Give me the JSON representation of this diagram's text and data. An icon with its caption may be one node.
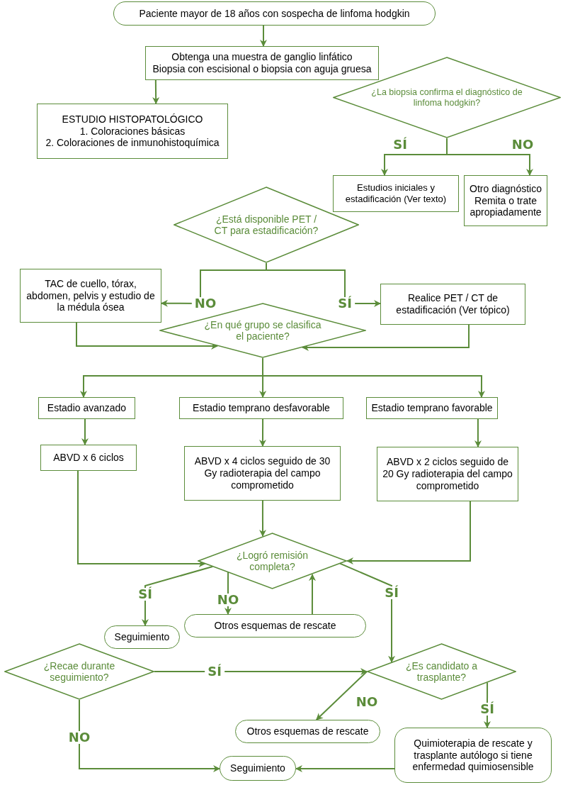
{
  "diagram": {
    "nodes": [
      {
        "text": [
          "Paciente mayor de 18 años con sospecha de linfoma hodgkin"
        ]
      },
      {
        "text": [
          "Obtenga una muestra de ganglio linfático",
          "Biopsia con escisional o biopsia con aguja gruesa"
        ]
      },
      {
        "text": [
          "ESTUDIO HISTOPATOLÓGICO",
          "1. Coloraciones básicas",
          "2. Coloraciones de inmunohistoquímica"
        ]
      },
      {
        "text": [
          "¿La biopsia confirma el diagnóstico de linfoma hodgkin?"
        ]
      },
      {
        "text": [
          "Estudios iniciales y estadificación (Ver texto)"
        ]
      },
      {
        "text": [
          "Otro diagnóstico",
          "Remita o trate apropiadamente"
        ]
      },
      {
        "text": [
          "¿Está disponible PET / CT para estadificación?"
        ]
      },
      {
        "text": [
          "TAC de cuello, tórax, abdomen, pelvis y estudio de la médula ósea"
        ]
      },
      {
        "text": [
          "Realice PET / CT de estadificación (Ver tópico)"
        ]
      },
      {
        "text": [
          "¿En qué grupo se clasifica el paciente?"
        ]
      },
      {
        "text": [
          "Estadio avanzado"
        ]
      },
      {
        "text": [
          "Estadio temprano desfavorable"
        ]
      },
      {
        "text": [
          "Estadio temprano favorable"
        ]
      },
      {
        "text": [
          "ABVD x 6 ciclos"
        ]
      },
      {
        "text": [
          "ABVD x 4 ciclos seguido de 30 Gy radioterapia del campo comprometido"
        ]
      },
      {
        "text": [
          "ABVD x 2 ciclos seguido de 20 Gy radioterapia del campo comprometido"
        ]
      },
      {
        "text": [
          "¿Logró remisión completa?"
        ]
      },
      {
        "text": [
          "Seguimiento"
        ]
      },
      {
        "text": [
          "Otros esquemas de rescate"
        ]
      },
      {
        "text": [
          "¿Recae durante seguimiento?"
        ]
      },
      {
        "text": [
          "¿Es candidato a trasplante?"
        ]
      },
      {
        "text": [
          "Otros esquemas de rescate"
        ]
      },
      {
        "text": [
          "Seguimiento"
        ]
      },
      {
        "text": [
          "Quimioterapia de rescate y trasplante autólogo si tiene enfermedad quimiosensible"
        ]
      }
    ],
    "edges": [
      {
        "from": 0,
        "to": 1,
        "arrow": "to"
      },
      {
        "from": 1,
        "to": 2,
        "arrow": "to"
      },
      {
        "from": 3,
        "to": 4,
        "arrow": "to",
        "label": "SÍ"
      },
      {
        "from": 3,
        "to": 5,
        "arrow": "to",
        "label": "NO"
      },
      {
        "from": 6,
        "to": 7,
        "arrow": "to",
        "label": "NO"
      },
      {
        "from": 6,
        "to": 8,
        "arrow": "to",
        "label": "SÍ"
      },
      {
        "from": 7,
        "to": 9,
        "arrow": "to"
      },
      {
        "from": 8,
        "to": 9,
        "arrow": "to"
      },
      {
        "from": 9,
        "to": 10,
        "arrow": "to"
      },
      {
        "from": 9,
        "to": 11,
        "arrow": "to"
      },
      {
        "from": 9,
        "to": 12,
        "arrow": "to"
      },
      {
        "from": 10,
        "to": 13,
        "arrow": "to"
      },
      {
        "from": 11,
        "to": 14,
        "arrow": "to"
      },
      {
        "from": 12,
        "to": 15,
        "arrow": "to"
      },
      {
        "from": 13,
        "to": 16,
        "arrow": "to"
      },
      {
        "from": 14,
        "to": 16,
        "arrow": "to"
      },
      {
        "from": 15,
        "to": 16,
        "arrow": "to"
      },
      {
        "from": 16,
        "to": 17,
        "arrow": "to",
        "label": "SÍ"
      },
      {
        "from": 16,
        "to": 18,
        "arrow": "to",
        "label": "NO"
      },
      {
        "from": 18,
        "to": 16,
        "arrow": "to"
      },
      {
        "from": 16,
        "to": 20,
        "arrow": "to",
        "label": "SÍ"
      },
      {
        "from": 19,
        "to": 20,
        "arrow": "to",
        "label": "SÍ"
      },
      {
        "from": 19,
        "to": 22,
        "arrow": "to",
        "label": "NO"
      },
      {
        "from": 20,
        "to": 21,
        "arrow": "to",
        "label": "NO"
      },
      {
        "from": 20,
        "to": 23,
        "arrow": "to",
        "label": "SÍ"
      },
      {
        "from": 23,
        "to": 22,
        "arrow": "to"
      }
    ]
  }
}
